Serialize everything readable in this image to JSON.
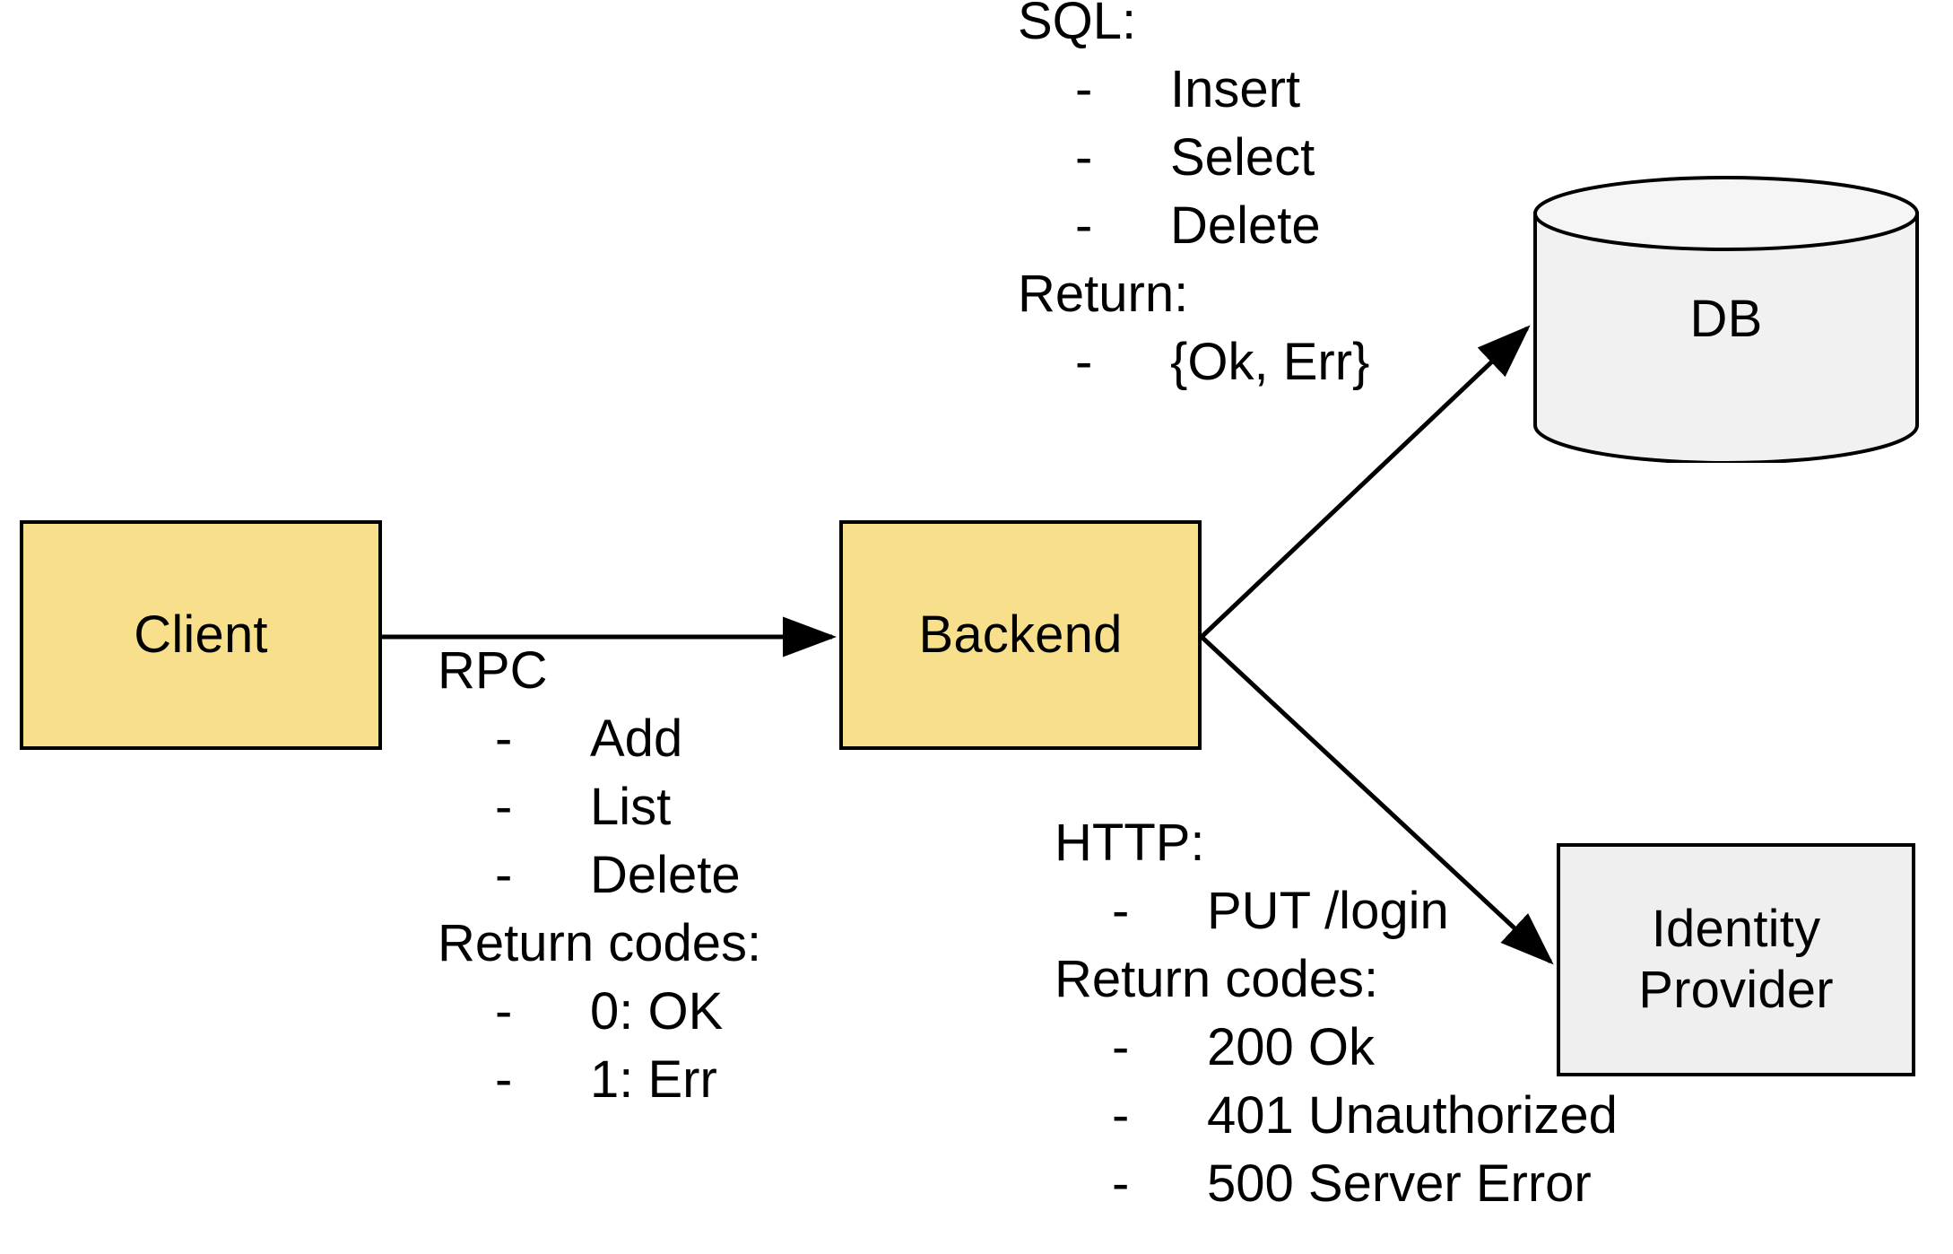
{
  "diagram": {
    "title": "Client / Backend / DB / Identity Provider architecture",
    "colors": {
      "node_yellow_fill": "#F7DF8C",
      "node_gray_fill": "#EFEFEF",
      "db_fill": "#F1F1F1",
      "stroke": "#000000",
      "background": "#FFFFFF"
    }
  },
  "nodes": {
    "client": {
      "label": "Client"
    },
    "backend": {
      "label": "Backend"
    },
    "db": {
      "label": "DB"
    },
    "identity_provider": {
      "label": "Identity\nProvider",
      "line1": "Identity",
      "line2": "Provider"
    }
  },
  "annotations": {
    "rpc": {
      "heading": "RPC",
      "items": [
        "Add",
        "List",
        "Delete"
      ],
      "returns_heading": "Return codes:",
      "returns": [
        "0: OK",
        "1: Err"
      ],
      "bullet": "-"
    },
    "sql": {
      "heading": "SQL:",
      "items": [
        "Insert",
        "Select",
        "Delete"
      ],
      "returns_heading": "Return:",
      "returns": [
        "{Ok, Err}"
      ],
      "bullet": "-"
    },
    "http": {
      "heading": "HTTP:",
      "items": [
        "PUT /login"
      ],
      "returns_heading": "Return codes:",
      "returns": [
        "200 Ok",
        "401 Unauthorized",
        "500 Server Error"
      ],
      "bullet": "-"
    }
  },
  "edges": [
    {
      "from": "client",
      "to": "backend",
      "label": "RPC"
    },
    {
      "from": "backend",
      "to": "db",
      "label": "SQL"
    },
    {
      "from": "backend",
      "to": "identity_provider",
      "label": "HTTP"
    }
  ]
}
